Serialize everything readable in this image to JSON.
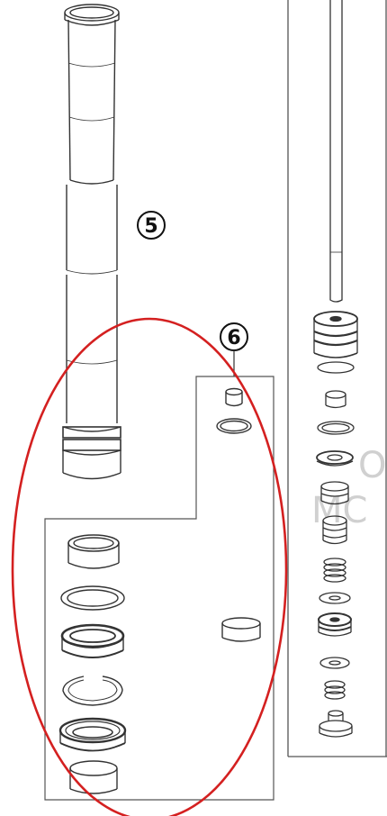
{
  "callouts": {
    "fork_tube": "5",
    "seal_kit": "6"
  },
  "watermark": {
    "line1": "O",
    "line2": "MC"
  },
  "colors": {
    "line": "#333333",
    "highlight": "#d42020",
    "watermark": "#d0d0d0"
  }
}
